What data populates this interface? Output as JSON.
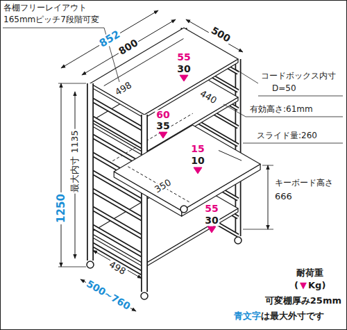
{
  "diagram": {
    "labels": [
      "各棚フリーレイアウト",
      "165mmピッチ7段階可変",
      "852",
      "800",
      "500",
      "55",
      "30",
      "498",
      "コードボックス内寸",
      "D=50",
      "60",
      "35",
      "440",
      "有効高さ:61mm",
      "スライド量:260",
      "15",
      "10",
      "350",
      "キーボード高さ",
      "666",
      "55",
      "30",
      "1250",
      "最大内寸 1135",
      "498",
      "500~760",
      "耐荷重",
      "(",
      "▼",
      "Kg)",
      "可変棚厚み25mm",
      "青文字",
      "は最大外寸です"
    ]
  }
}
